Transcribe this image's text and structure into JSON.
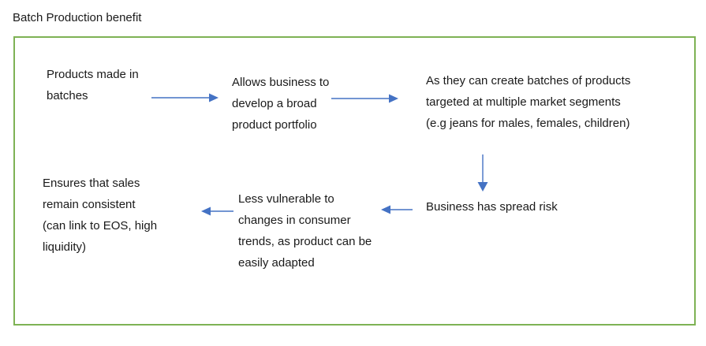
{
  "title": "Batch Production benefit",
  "diagram": {
    "nodes": [
      {
        "id": "products-made-in-batches",
        "text": "Products made in\nbatches"
      },
      {
        "id": "broad-product-portfolio",
        "text": "Allows business to\ndevelop a broad\nproduct portfolio"
      },
      {
        "id": "multiple-market-segments",
        "text": "As they can create batches of products\ntargeted at multiple market segments\n(e.g jeans for males, females, children)"
      },
      {
        "id": "spread-risk",
        "text": "Business has spread risk"
      },
      {
        "id": "less-vulnerable-to-trends",
        "text": "Less vulnerable to\nchanges in consumer\ntrends, as product can be\neasily adapted"
      },
      {
        "id": "consistent-sales",
        "text": "Ensures that sales\nremain consistent\n(can link to EOS, high\nliquidity)"
      }
    ],
    "arrows": [
      {
        "from": "products-made-in-batches",
        "to": "broad-product-portfolio",
        "direction": "right"
      },
      {
        "from": "broad-product-portfolio",
        "to": "multiple-market-segments",
        "direction": "right"
      },
      {
        "from": "multiple-market-segments",
        "to": "spread-risk",
        "direction": "down"
      },
      {
        "from": "spread-risk",
        "to": "less-vulnerable-to-trends",
        "direction": "left"
      },
      {
        "from": "less-vulnerable-to-trends",
        "to": "consistent-sales",
        "direction": "left"
      }
    ],
    "colors": {
      "border": "#7eb254",
      "arrow": "#4472c4",
      "text": "#1a1a1a"
    }
  }
}
